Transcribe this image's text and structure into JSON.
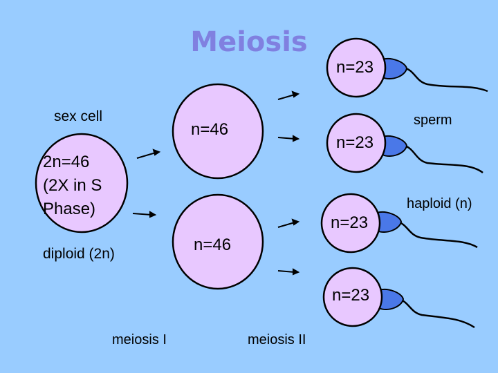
{
  "title": "Meiosis",
  "labels": {
    "sex_cell": "sex cell",
    "parent_ploidy": "2n=46\n(2X in S\nPhase)",
    "diploid": "diploid (2n)",
    "meiosis_1": "meiosis I",
    "meiosis_2": "meiosis II",
    "sperm": "sperm",
    "haploid": "haploid (n)"
  },
  "daughter_cells": [
    {
      "label": "n=46"
    },
    {
      "label": "n=46"
    }
  ],
  "sperm_cells": [
    {
      "label": "n=23"
    },
    {
      "label": "n=23"
    },
    {
      "label": "n=23"
    },
    {
      "label": "n=23"
    }
  ],
  "colors": {
    "background": "#99ccff",
    "cell_fill": "#e8c8ff",
    "sperm_head": "#4a78e8",
    "title": "#8080e0",
    "outline": "#000000"
  }
}
